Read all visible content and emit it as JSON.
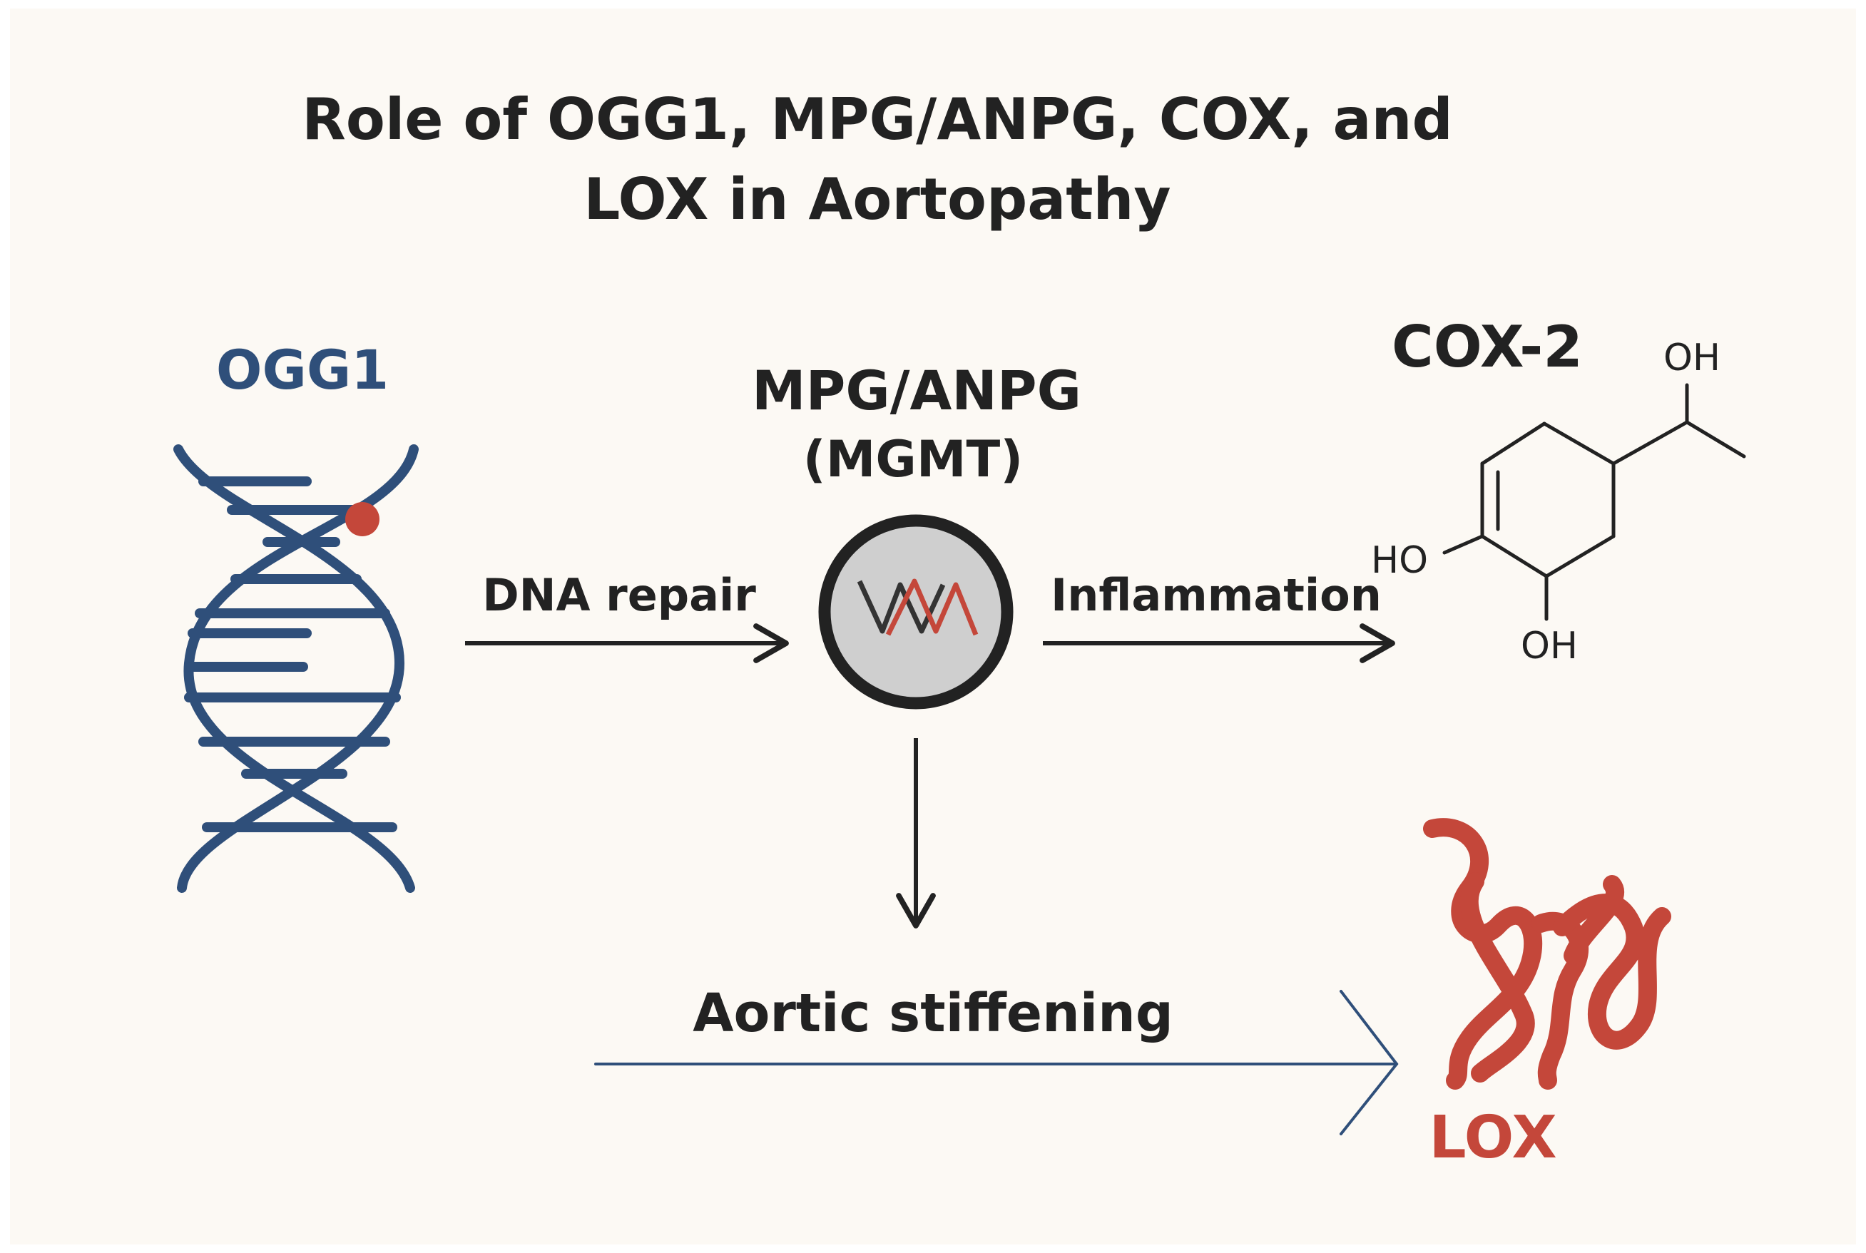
{
  "title": "Role of OGG1, MPG/ANPG, COX, and LOX in Aortopathy",
  "nodes": {
    "ogg1": "OGG1",
    "mpg_line1": "MPG/ANPG",
    "mpg_line2": "(MGMT)",
    "cox2": "COX-2",
    "lox": "LOX"
  },
  "edges": {
    "dna_repair": "DNA repair",
    "inflammation": "Inflammation",
    "aortic_stiffening": "Aortic stiffening"
  },
  "molecule_labels": {
    "oh_top": "OH",
    "ho_left": "HO",
    "oh_bottom": "OH"
  },
  "colors": {
    "background": "#fcf9f4",
    "dna_blue": "#2f4f7a",
    "lox_red": "#c4473a",
    "text": "#222222",
    "arrow": "#222222"
  }
}
